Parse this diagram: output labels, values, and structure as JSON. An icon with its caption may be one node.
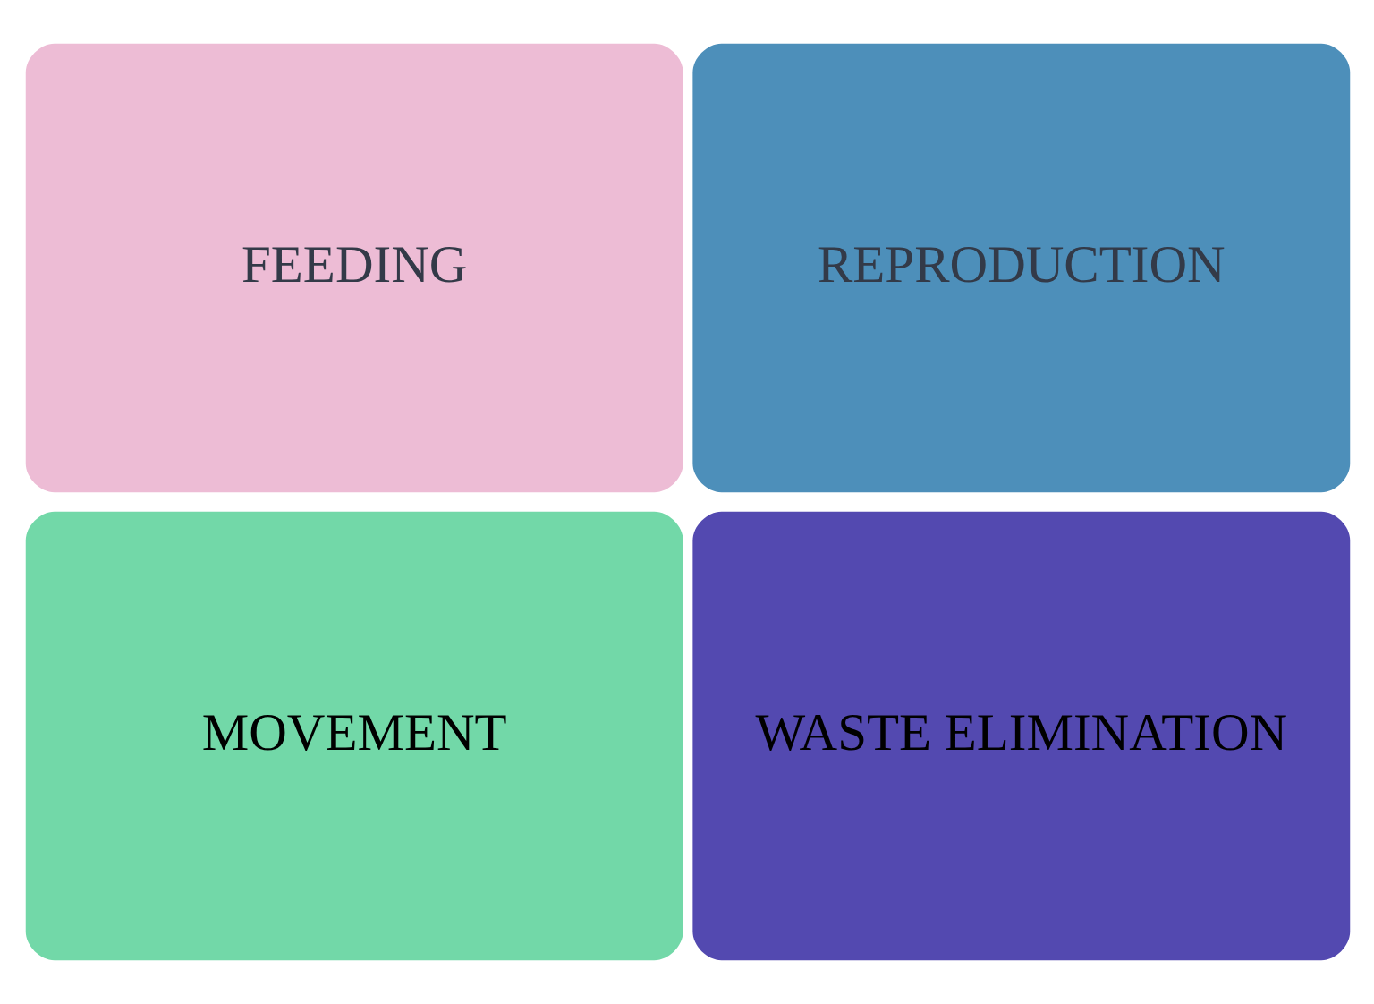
{
  "diagram": {
    "nodes": [
      {
        "text": [
          "FEEDING"
        ]
      },
      {
        "text": [
          "REPRODUCTION"
        ]
      },
      {
        "text": [
          "MOVEMENT"
        ]
      },
      {
        "text": [
          "WASTE ELIMINATION"
        ]
      }
    ]
  }
}
